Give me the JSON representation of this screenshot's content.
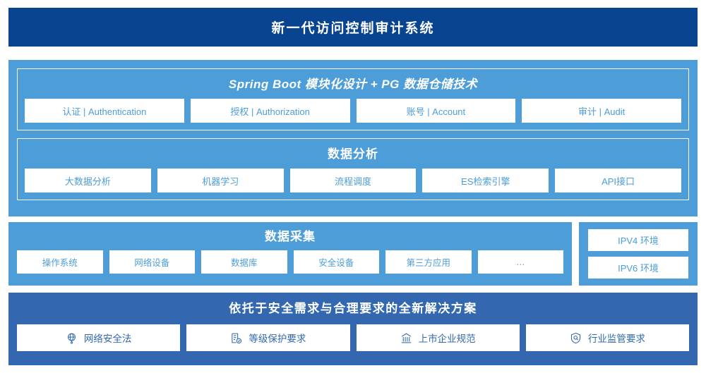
{
  "header": {
    "title": "新一代访问控制审计系统"
  },
  "platform": {
    "framework": {
      "title": "Spring Boot 模块化设计 + PG 数据仓储技术",
      "cards": [
        "认证 | Authentication",
        "授权 | Authorization",
        "账号 | Account",
        "审计 | Audit"
      ]
    },
    "analysis": {
      "title": "数据分析",
      "cards": [
        "大数据分析",
        "机器学习",
        "流程调度",
        "ES检索引擎",
        "API接口"
      ]
    }
  },
  "collection": {
    "title": "数据采集",
    "cards": [
      "操作系统",
      "网络设备",
      "数据库",
      "安全设备",
      "第三方应用",
      "…"
    ]
  },
  "environments": {
    "cards": [
      "IPV4 环境",
      "IPV6 环境"
    ]
  },
  "compliance": {
    "title": "依托于安全需求与合理要求的全新解决方案",
    "cards": [
      {
        "label": "网络安全法",
        "icon": "globe-network-icon"
      },
      {
        "label": "等级保护要求",
        "icon": "document-check-icon"
      },
      {
        "label": "上市企业规范",
        "icon": "bank-building-icon"
      },
      {
        "label": "行业监管要求",
        "icon": "shield-search-icon"
      }
    ]
  },
  "colors": {
    "header_bg": "#084490",
    "panel_light": "#4d9dd8",
    "panel_dark": "#3368b0",
    "card_bg": "#ffffff"
  }
}
